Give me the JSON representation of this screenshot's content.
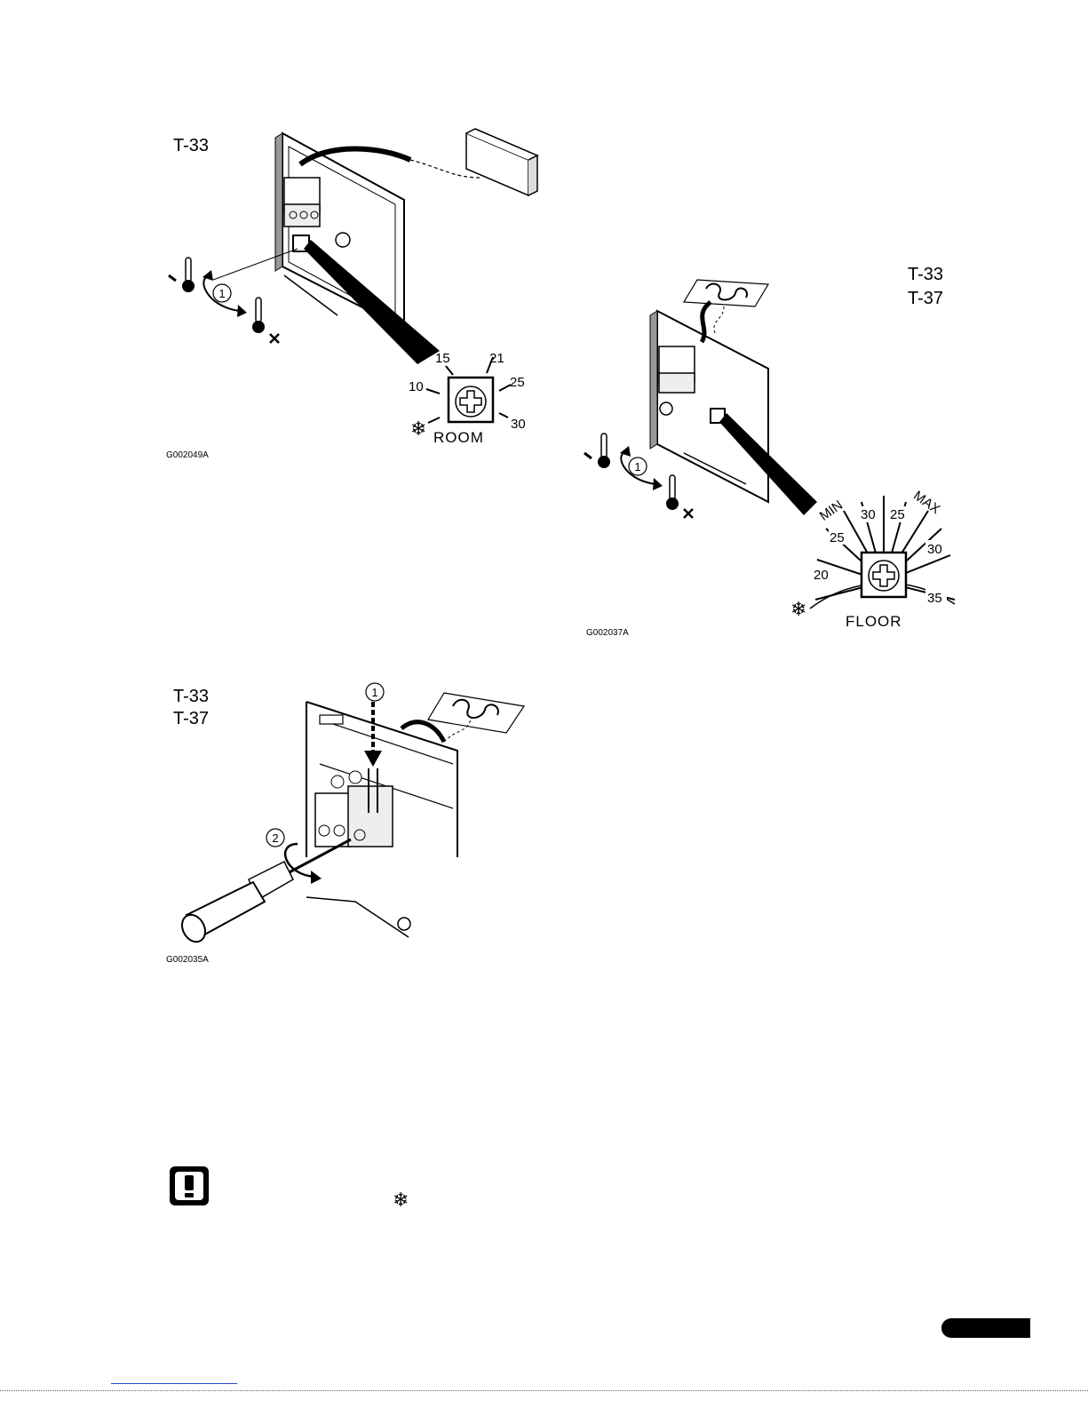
{
  "fig1": {
    "model": "T-33",
    "step": "1",
    "dial": {
      "s15": "15",
      "s21": "21",
      "s10": "10",
      "s25": "25",
      "s30": "30",
      "word": "ROOM"
    },
    "code": "G002049A"
  },
  "fig2": {
    "model_a": "T-33",
    "model_b": "T-37",
    "step": "1",
    "dial": {
      "min": "MIN",
      "max": "MAX",
      "a30": "30",
      "a25": "25",
      "b25": "25",
      "b30": "30",
      "a20": "20",
      "a35": "35",
      "word": "FLOOR"
    },
    "code": "G002037A"
  },
  "fig3": {
    "model_a": "T-33",
    "model_b": "T-37",
    "step1": "1",
    "step2": "2",
    "code": "G002035A"
  },
  "icons": [
    "warning-icon",
    "snowflake-icon",
    "thermometer-icon",
    "rotate-arrow-icon"
  ]
}
